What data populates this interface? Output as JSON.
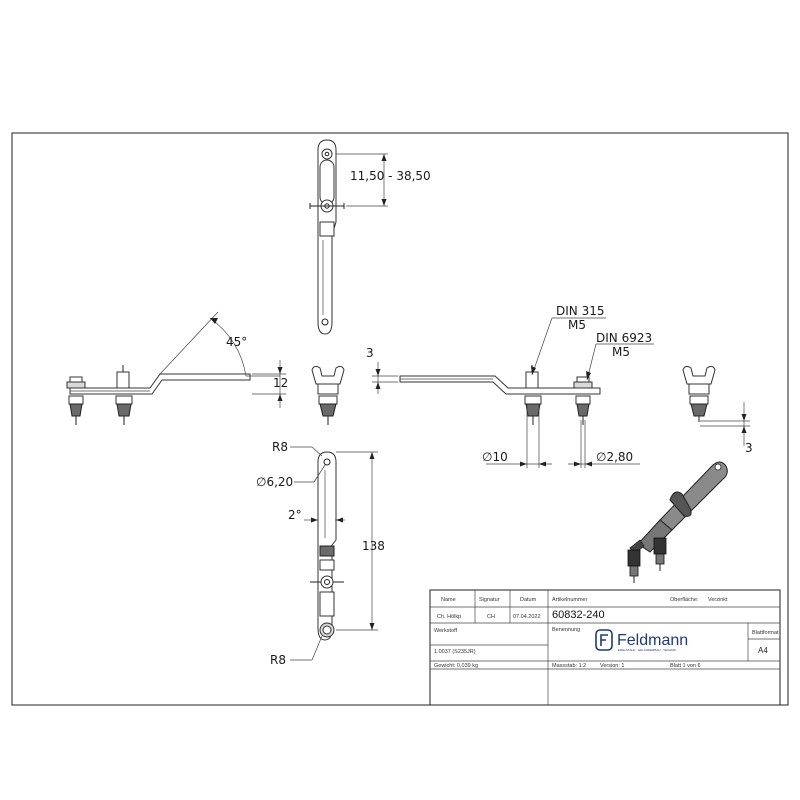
{
  "dimensions": {
    "top_range": "11,50 - 38,50",
    "angle": "45°",
    "height_12": "12",
    "thickness_3_mid": "3",
    "din315_a": "DIN 315",
    "din315_b": "M5",
    "din6923_a": "DIN 6923",
    "din6923_b": "M5",
    "dia_10": "∅10",
    "dia_280": "∅2,80",
    "thickness_3_right": "3",
    "r8_top": "R8",
    "dia_620": "∅6,20",
    "angle_2": "2°",
    "length_138": "138",
    "r8_bottom": "R8"
  },
  "title_block": {
    "h_name": "Name",
    "h_signature": "Signatur",
    "h_date": "Datum",
    "h_article": "Artikelnummer",
    "h_surface": "Oberfläche:",
    "surface_value": "Verzinkt",
    "author": "Ch. Hölkp",
    "signature": "CH",
    "date": "07.04.2022",
    "article_no": "60832-240",
    "material_label": "Werkstoff",
    "material": "1.0037 (S235JR)",
    "weight": "Gewicht: 0,039 kg",
    "sheet_format_label": "Blattformat",
    "sheet_format": "A4",
    "scale": "Massstab: 1:2",
    "version": "Version: 1",
    "sheet_of": "Blatt 1 von 6",
    "designation_label": "Benennung",
    "logo_text": "Feldmann",
    "logo_sub": "EDELSTAHL · GELÄNDERBAU · TECHNIK"
  }
}
